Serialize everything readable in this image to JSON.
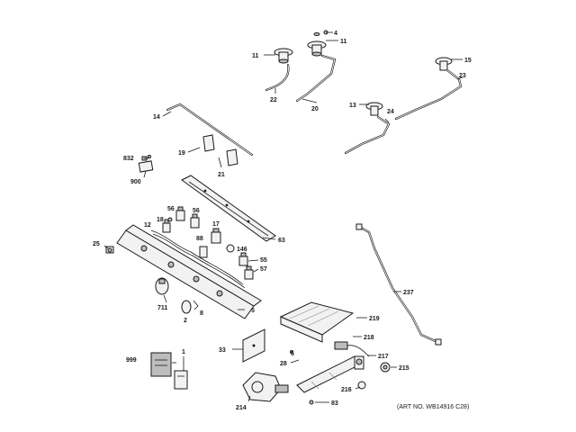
{
  "art_number": "(ART NO. WB14916 C28)",
  "labels": {
    "p4": "4",
    "p11a": "11",
    "p11b": "11",
    "p15": "15",
    "p22": "22",
    "p20": "20",
    "p23": "23",
    "p13": "13",
    "p24": "24",
    "p14": "14",
    "p19": "19",
    "p21": "21",
    "p832": "832",
    "p900": "900",
    "p56a": "56",
    "p56b": "56",
    "p12": "12",
    "p18": "18",
    "p17": "17",
    "p88": "88",
    "p146": "146",
    "p63": "63",
    "p25": "25",
    "p55": "55",
    "p57": "57",
    "p711": "711",
    "p2": "2",
    "p8": "8",
    "p5": "5",
    "p237": "237",
    "p219": "219",
    "p218": "218",
    "p33": "33",
    "p217": "217",
    "p28": "28",
    "p6": "6",
    "p999": "999",
    "p1": "1",
    "p215": "215",
    "p216": "216",
    "p214": "214",
    "p83": "83"
  }
}
